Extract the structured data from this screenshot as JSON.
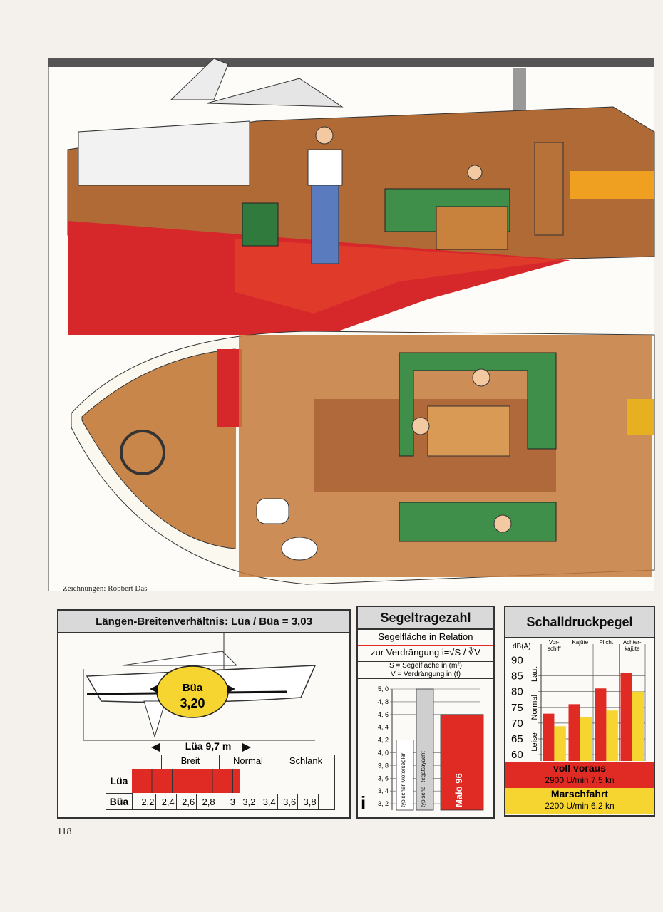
{
  "credit": "Zeichnungen: Robbert Das",
  "page_number": "118",
  "ratio_panel": {
    "title": "Längen-Breitenverhältnis: Lüa / Büa = 3,03",
    "bua_label": "Büa",
    "bua_value": "3,20",
    "lua_label": "Lüa 9,7 m",
    "scale_headers": [
      "Breit",
      "Normal",
      "Schlank"
    ],
    "row_labels": [
      "Lüa",
      "Büa"
    ],
    "ticks": [
      "2,2",
      "2,4",
      "2,6",
      "2,8",
      "3",
      "3,2",
      "3,4",
      "3,6",
      "3,8"
    ],
    "value": 3.03,
    "bar_color": "#e02a24"
  },
  "sail_panel": {
    "title": "Segeltragezahl",
    "subtitle_1": "Segelfläche in Relation",
    "subtitle_2": "zur Verdrängung  i=√S / ∛V",
    "legend_1": "S = Segelfläche in (m²)",
    "legend_2": "V = Verdrängung in (t)",
    "y_ticks": [
      "5, 0",
      "4, 8",
      "4, 6",
      "4, 4",
      "4, 2",
      "4, 0",
      "3, 8",
      "3, 6",
      "3, 4",
      "3, 2"
    ],
    "bar_labels": [
      "typischer Motorsegler",
      "typische Regattayacht",
      "Malö 96"
    ],
    "index_letter": "i",
    "chart_data": {
      "type": "bar",
      "categories": [
        "typischer Motorsegler",
        "typische Regattayacht",
        "Malö 96"
      ],
      "values": [
        4.2,
        5.0,
        4.6
      ],
      "ylim": [
        3.1,
        5.0
      ]
    }
  },
  "noise_panel": {
    "title": "Schalldruckpegel",
    "unit": "dB(A)",
    "y_ticks": [
      "90",
      "85",
      "80",
      "75",
      "70",
      "65",
      "60"
    ],
    "side_labels": [
      "Leise",
      "Normal",
      "Laut"
    ],
    "columns": [
      "Vor-schiff",
      "Kajüte",
      "Plicht",
      "Achter-kajüte"
    ],
    "chart_data": {
      "type": "bar",
      "categories": [
        "Vorschiff",
        "Kajüte",
        "Plicht",
        "Achterkajüte"
      ],
      "series": [
        {
          "name": "voll voraus",
          "values": [
            73,
            76,
            81,
            86
          ]
        },
        {
          "name": "Marschfahrt",
          "values": [
            69,
            72,
            74,
            80
          ]
        }
      ],
      "ylim": [
        58,
        91
      ]
    },
    "full_label": "voll voraus",
    "full_detail": "2900 U/min 7,5 kn",
    "cruise_label": "Marschfahrt",
    "cruise_detail": "2200 U/min 6,2 kn",
    "colors": {
      "full": "#e02a24",
      "cruise": "#f6d531"
    }
  }
}
